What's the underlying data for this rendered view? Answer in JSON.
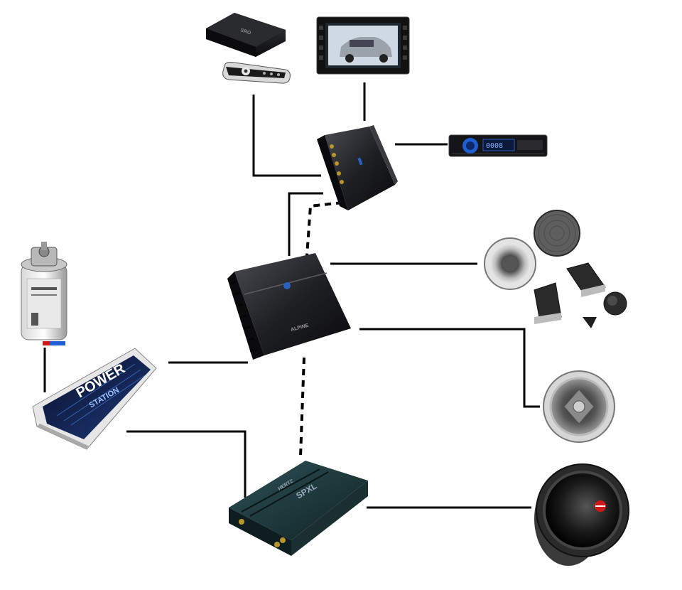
{
  "components": {
    "media_player": {
      "icon": "media-box-icon",
      "label": "SRO"
    },
    "remote": {
      "icon": "remote-icon"
    },
    "touchscreen": {
      "icon": "touchscreen-display-icon"
    },
    "processor": {
      "icon": "processor-icon"
    },
    "head_unit": {
      "icon": "head-unit-icon",
      "display": "0008"
    },
    "amplifier_main": {
      "icon": "amplifier-icon",
      "label": "ALPINE"
    },
    "capacitor": {
      "icon": "capacitor-icon"
    },
    "power_amp": {
      "icon": "power-amplifier-icon",
      "title": "POWER",
      "subtitle": "STATION"
    },
    "sub_amp": {
      "icon": "subwoofer-amplifier-icon",
      "label": "SPXL",
      "brand": "HERTZ"
    },
    "component_speakers": {
      "icon": "component-speakers-icon"
    },
    "coax_speaker": {
      "icon": "coaxial-speaker-icon"
    },
    "subwoofer": {
      "icon": "subwoofer-icon"
    }
  },
  "colors": {
    "wire": "#000000",
    "device_dark": "#1c1c1e",
    "device_mid": "#2d2f33",
    "sub_amp": "#1e3538",
    "accent_blue": "#1a5fd0",
    "accent_red": "#d01818"
  }
}
